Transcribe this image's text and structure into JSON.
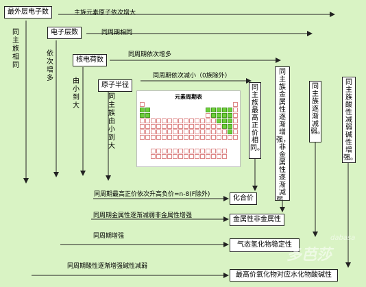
{
  "boxes": {
    "outer_electrons": "最外层电子数",
    "electron_shells": "电子层数",
    "nuclear_charge": "核电荷数",
    "atomic_radius": "原子半径",
    "valence": "化合价",
    "metal_nonmetal": "金属性非金属性",
    "hydride_stability": "气态氢化物稳定性",
    "hydroxide_acidity": "最高价氧化物对应水化物酸碱性"
  },
  "vertical_boxes": {
    "group_valence": "同主族最高正价相同。",
    "group_metal": "同主族金属性逐渐增强，非金属性逐渐减弱。",
    "group_hydride": "同主族逐渐减弱。",
    "group_acid_base": "同主族酸性减弱碱性增强。"
  },
  "labels": {
    "h1": "主族元素原子依次增大",
    "h2": "同周期相同",
    "h3": "同周期依次增多",
    "h4": "同周期依次减小（0族除外）",
    "v1": "同主族相同",
    "v2": "依次增多",
    "v3": "由小到大",
    "v4": "同主族由小到大",
    "r_valence": "同周期最高正价依次升高负价=n-8(F除外)",
    "r_metal": "同周期金属性逐渐减弱非金属性增强",
    "r_hydride": "同周期增强",
    "r_acid": "同周期酸性逐渐增强碱性减弱"
  },
  "periodic_table": {
    "title": "元素周期表"
  },
  "watermark": {
    "text": "多芭莎",
    "small": "dabasa"
  },
  "colors": {
    "background": "#d9f3c4",
    "box": "#ffffff",
    "highlight": "#6dcf3a"
  }
}
